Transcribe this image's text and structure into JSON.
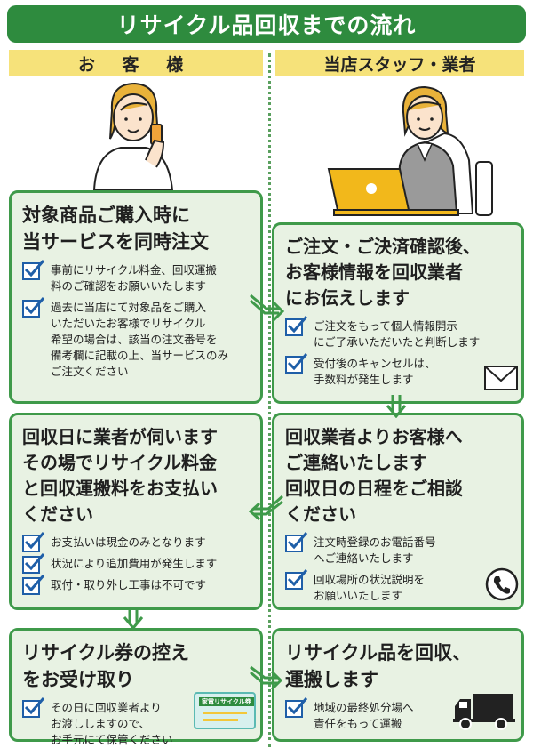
{
  "title": "リサイクル品回収までの流れ",
  "columns": {
    "customer": "お 客 様",
    "staff": "当店スタッフ・業者"
  },
  "steps": [
    {
      "title_lines": [
        "対象商品ご購入時に",
        "当サービスを同時注文"
      ],
      "items": [
        [
          "事前にリサイクル料金、回収運搬",
          "料のご確認をお願いいたします"
        ],
        [
          "過去に当店にて対象品をご購入",
          "いただいたお客様でリサイクル",
          "希望の場合は、該当の注文番号を",
          "備考欄に記載の上、当サービスのみ",
          "ご注文ください"
        ]
      ]
    },
    {
      "title_lines": [
        "ご注文・ご決済確認後、",
        "お客様情報を回収業者",
        "にお伝えします"
      ],
      "items": [
        [
          "ご注文をもって個人情報開示",
          "にご了承いただいたと判断します"
        ],
        [
          "受付後のキャンセルは、",
          "手数料が発生します"
        ]
      ]
    },
    {
      "title_lines": [
        "回収日に業者が伺います",
        "その場でリサイクル料金",
        "と回収運搬料をお支払い",
        "ください"
      ],
      "items": [
        [
          "お支払いは現金のみとなります"
        ],
        [
          "状況により追加費用が発生します"
        ],
        [
          "取付・取り外し工事は不可です"
        ]
      ]
    },
    {
      "title_lines": [
        "回収業者よりお客様へ",
        "ご連絡いたします",
        "回収日の日程をご相談",
        "ください"
      ],
      "items": [
        [
          "注文時登録のお電話番号",
          "へご連絡いたします"
        ],
        [
          "回収場所の状況説明を",
          "お願いいたします"
        ]
      ]
    },
    {
      "title_lines": [
        "リサイクル券の控え",
        "をお受け取り"
      ],
      "items": [
        [
          "その日に回収業者より",
          "お渡ししますので、",
          "お手元にて保管ください"
        ]
      ]
    },
    {
      "title_lines": [
        "リサイクル品を回収、",
        "運搬します"
      ],
      "items": [
        [
          "地域の最終処分場へ",
          "責任をもって運搬"
        ]
      ]
    }
  ],
  "ticket_label": "家電リサイクル券",
  "icons": [
    "check-icon",
    "envelope-icon",
    "phone-icon",
    "truck-icon",
    "arrow-icon"
  ],
  "colors": {
    "banner": "#2e8b3e",
    "box_border": "#3f9a4a",
    "box_fill": "#e8f2e3",
    "column_header": "#f6e27a",
    "check": "#1f5fa8"
  }
}
